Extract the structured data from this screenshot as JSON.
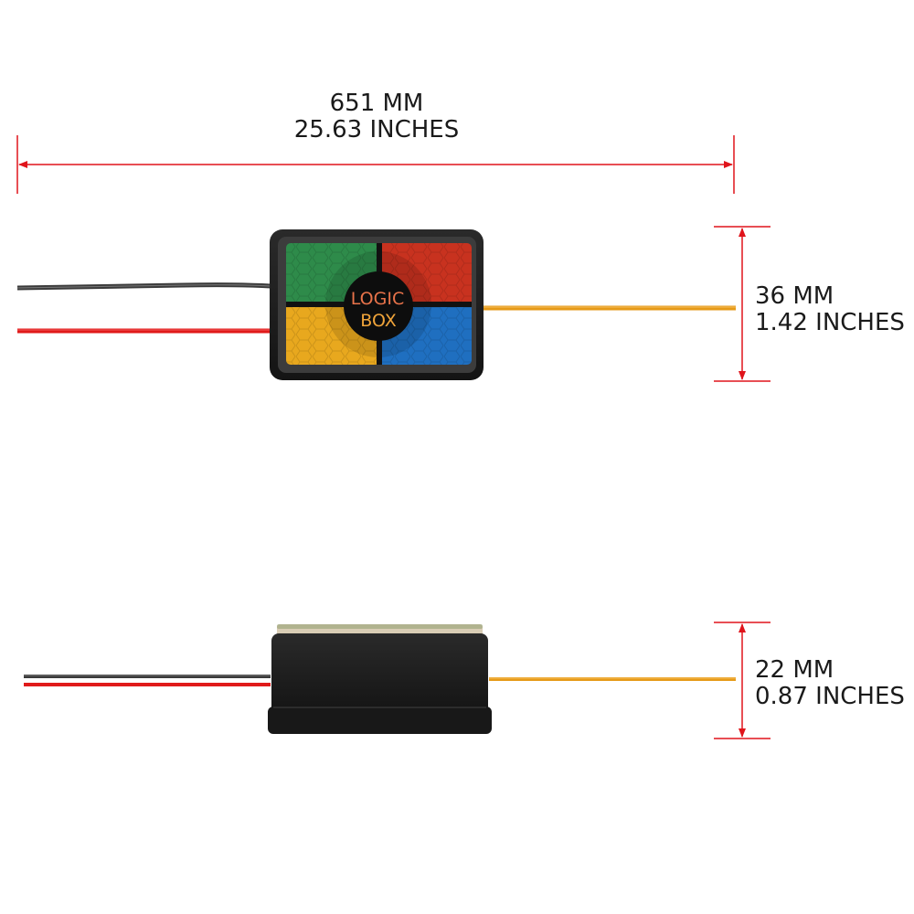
{
  "overall_length": {
    "mm": "651 MM",
    "inches": "25.63 INCHES"
  },
  "width": {
    "mm": "36 MM",
    "inches": "1.42 INCHES"
  },
  "height": {
    "mm": "22 MM",
    "inches": "0.87 INCHES"
  },
  "logo": {
    "line1": "LOGIC",
    "line2": "BOX"
  },
  "colors": {
    "dimension_line": "#e0141b",
    "quadrant_green": "#2e8b4a",
    "quadrant_red": "#c8321f",
    "quadrant_yellow": "#e8a81e",
    "quadrant_blue": "#1f6fc0",
    "wire_black": "#3a3a3a",
    "wire_red": "#e01a1a",
    "wire_orange": "#e69a18",
    "housing": "#1c1c1c"
  }
}
